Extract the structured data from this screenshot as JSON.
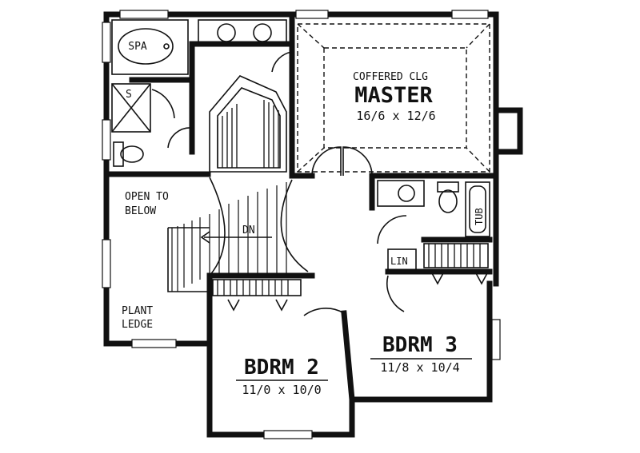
{
  "rooms": {
    "master": {
      "note": "COFFERED CLG",
      "name": "MASTER",
      "size": "16/6 x 12/6"
    },
    "bdrm2": {
      "name": "BDRM 2",
      "size": "11/0 x 10/0"
    },
    "bdrm3": {
      "name": "BDRM 3",
      "size": "11/8 x 10/4"
    }
  },
  "labels": {
    "spa": "SPA",
    "shower": "S",
    "open_to_below_1": "OPEN TO",
    "open_to_below_2": "BELOW",
    "stair_dn": "DN",
    "plant_ledge_1": "PLANT",
    "plant_ledge_2": "LEDGE",
    "tub": "TUB",
    "linen": "LIN"
  }
}
